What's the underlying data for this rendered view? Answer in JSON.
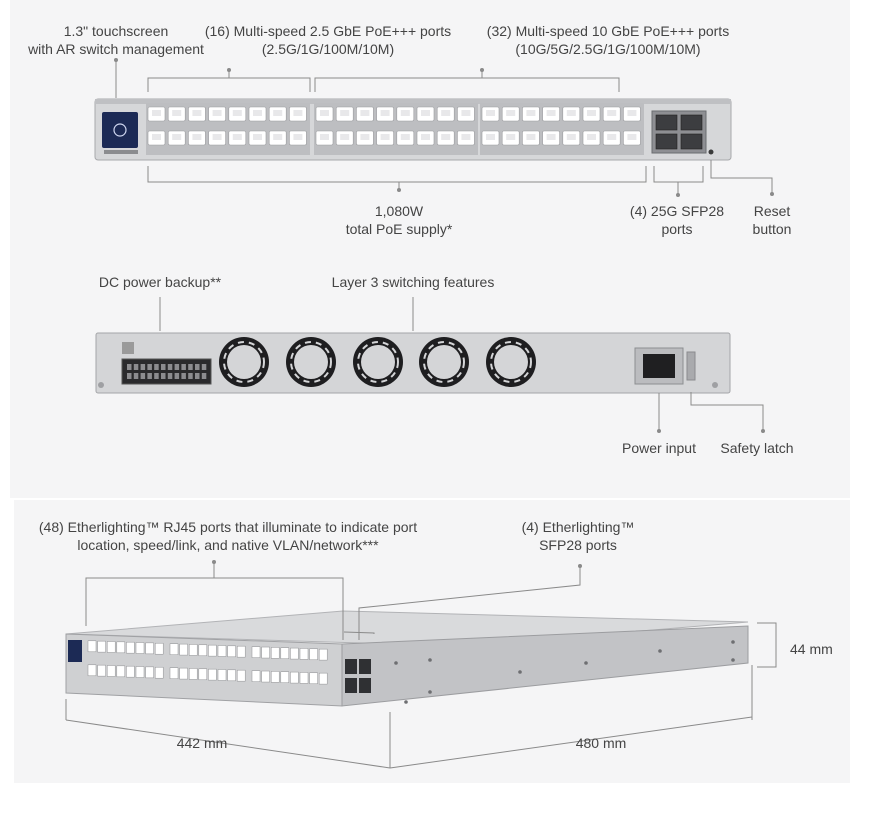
{
  "front_view": {
    "touchscreen_label": [
      "1.3\" touchscreen",
      "with AR switch management"
    ],
    "ports_25g_label": [
      "(16) Multi-speed 2.5 GbE PoE+++ ports",
      "(2.5G/1G/100M/10M)"
    ],
    "ports_10g_label": [
      "(32) Multi-speed 10 GbE PoE+++ ports",
      "(10G/5G/2.5G/1G/100M/10M)"
    ],
    "poe_label": [
      "1,080W",
      "total PoE supply*"
    ],
    "sfp_label": [
      "(4) 25G SFP28",
      "ports"
    ],
    "reset_label": [
      "Reset",
      "button"
    ]
  },
  "rear_view": {
    "dc_label": "DC power backup**",
    "layer3_label": "Layer 3 switching features",
    "power_label": "Power input",
    "latch_label": "Safety latch"
  },
  "iso_view": {
    "etherlighting_label": [
      "(48) Etherlighting™  RJ45 ports that illuminate to indicate port",
      "location, speed/link, and native VLAN/network***"
    ],
    "sfp_etherlighting_label": [
      "(4) Etherlighting™",
      "SFP28 ports"
    ],
    "height": "44 mm",
    "width": "442 mm",
    "depth": "480 mm"
  },
  "colors": {
    "panel_bg": "#f5f5f6",
    "chassis": "#c9cacc",
    "chassis_dark": "#9a9b9e",
    "port": "#ffffff",
    "leader": "#7b7b7b",
    "screen": "#1c2a55"
  }
}
